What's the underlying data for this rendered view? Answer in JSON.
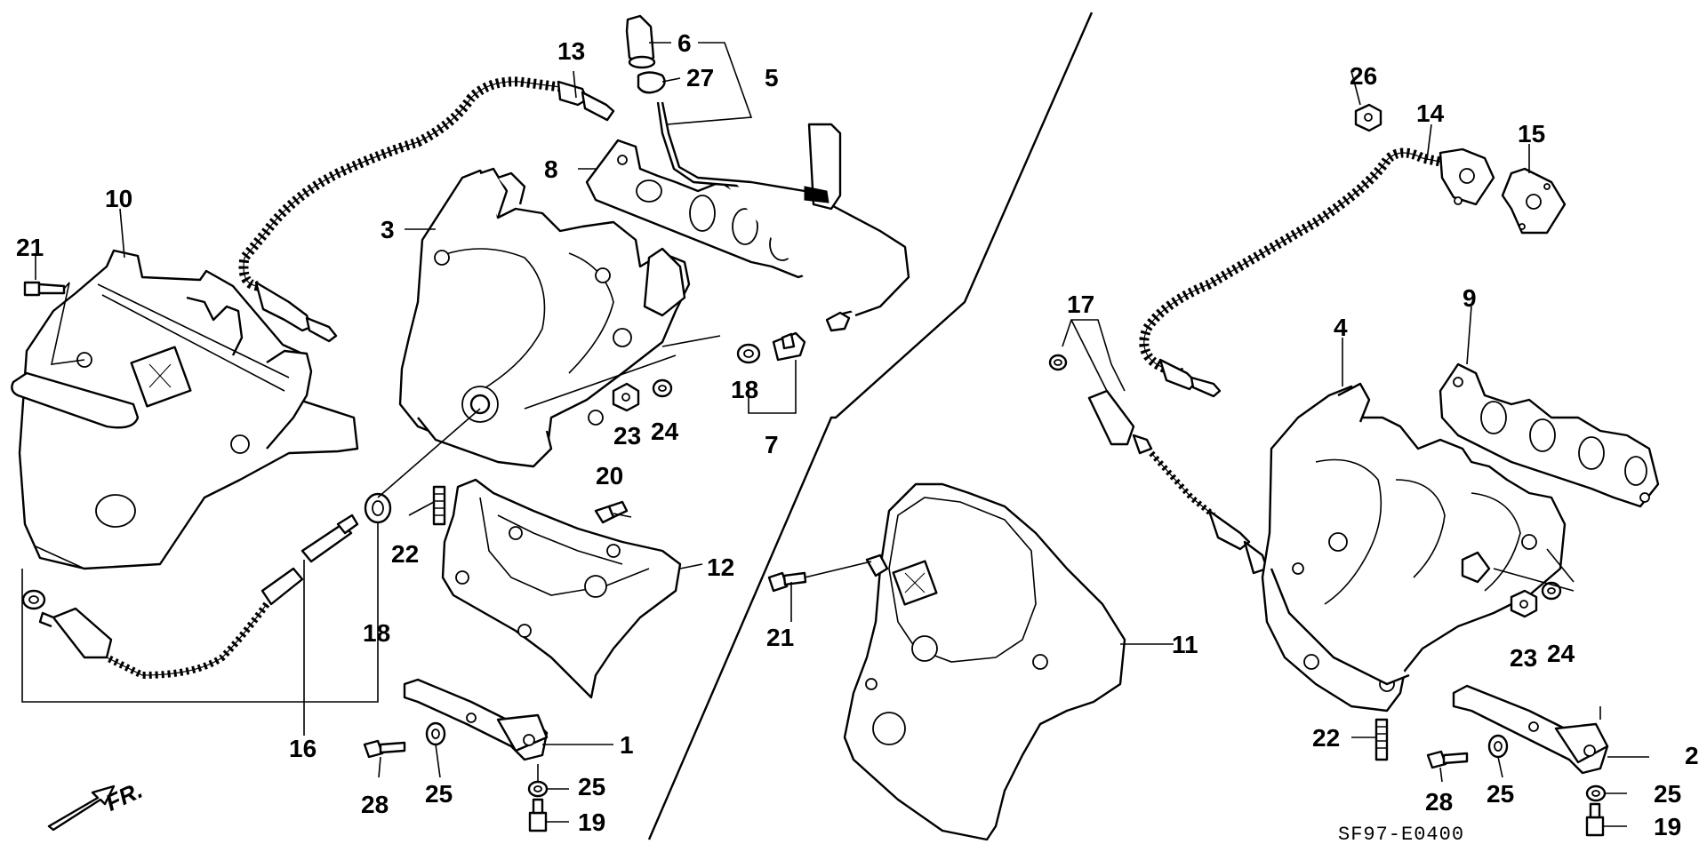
{
  "diagram": {
    "reference_code": "SF97-E0400",
    "direction_label": "FR.",
    "callouts": {
      "c1": "1",
      "c2": "2",
      "c3": "3",
      "c4": "4",
      "c5": "5",
      "c6": "6",
      "c7": "7",
      "c8": "8",
      "c9": "9",
      "c10": "10",
      "c11": "11",
      "c12": "12",
      "c13": "13",
      "c14": "14",
      "c15": "15",
      "c16": "16",
      "c17": "17",
      "c18a": "18",
      "c18b": "18",
      "c19a": "19",
      "c19b": "19",
      "c20": "20",
      "c21a": "21",
      "c21b": "21",
      "c22a": "22",
      "c22b": "22",
      "c23a": "23",
      "c23b": "23",
      "c24a": "24",
      "c24b": "24",
      "c25a": "25",
      "c25b": "25",
      "c25c": "25",
      "c25d": "25",
      "c26": "26",
      "c27": "27",
      "c28a": "28",
      "c28b": "28"
    }
  }
}
